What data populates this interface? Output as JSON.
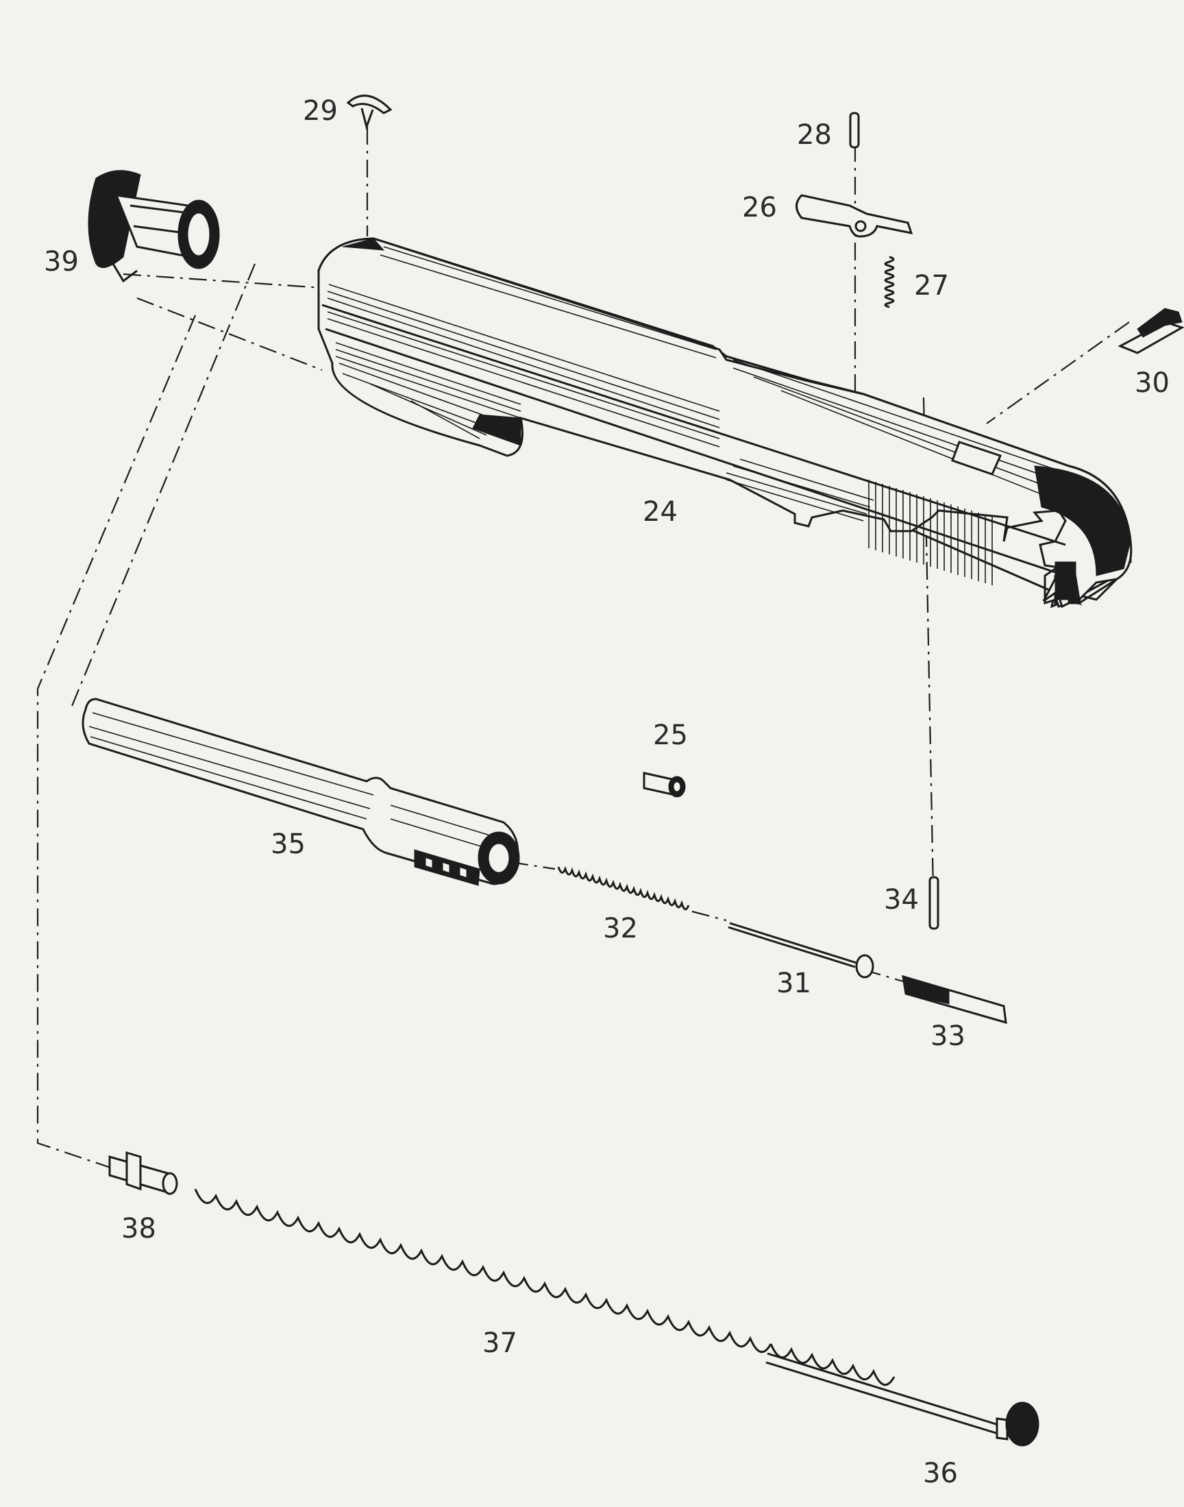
{
  "parts": [
    {
      "id": "p24",
      "label": "24"
    },
    {
      "id": "p25",
      "label": "25"
    },
    {
      "id": "p26",
      "label": "26"
    },
    {
      "id": "p27",
      "label": "27"
    },
    {
      "id": "p28",
      "label": "28"
    },
    {
      "id": "p29",
      "label": "29"
    },
    {
      "id": "p30",
      "label": "30"
    },
    {
      "id": "p31",
      "label": "31"
    },
    {
      "id": "p32",
      "label": "32"
    },
    {
      "id": "p33",
      "label": "33"
    },
    {
      "id": "p34",
      "label": "34"
    },
    {
      "id": "p35",
      "label": "35"
    },
    {
      "id": "p36",
      "label": "36"
    },
    {
      "id": "p37",
      "label": "37"
    },
    {
      "id": "p38",
      "label": "38"
    },
    {
      "id": "p39",
      "label": "39"
    }
  ]
}
